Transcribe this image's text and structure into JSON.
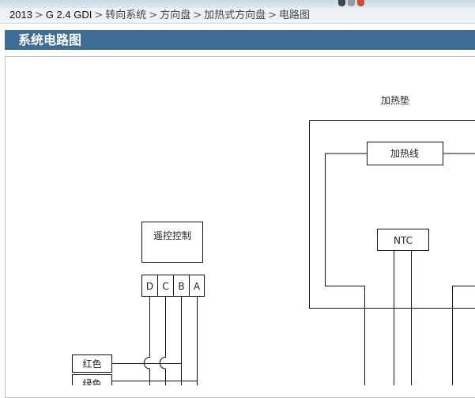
{
  "breadcrumb": {
    "root": "2013",
    "model": "G 2.4 GDI",
    "items": [
      "转向系统",
      "方向盘",
      "加热式方向盘",
      "电路图"
    ],
    "separator": ">"
  },
  "section_title": "系统电路图",
  "diagram": {
    "heating_pad_title": "加热垫",
    "heating_wire": "加热线",
    "ntc": "NTC",
    "remote_control": "遥控控制",
    "connector_pins": [
      "D",
      "C",
      "B",
      "A"
    ],
    "wire_colors": [
      "红色",
      "绿色"
    ]
  },
  "colors": {
    "title_bar": "#3e6d96",
    "breadcrumb_bg": "#eef2f6",
    "top_icons": [
      "#444444",
      "#9a9a9a",
      "#d04a3a"
    ]
  },
  "icons": [
    "status-dot-icon",
    "status-dot-icon",
    "status-dot-icon"
  ]
}
